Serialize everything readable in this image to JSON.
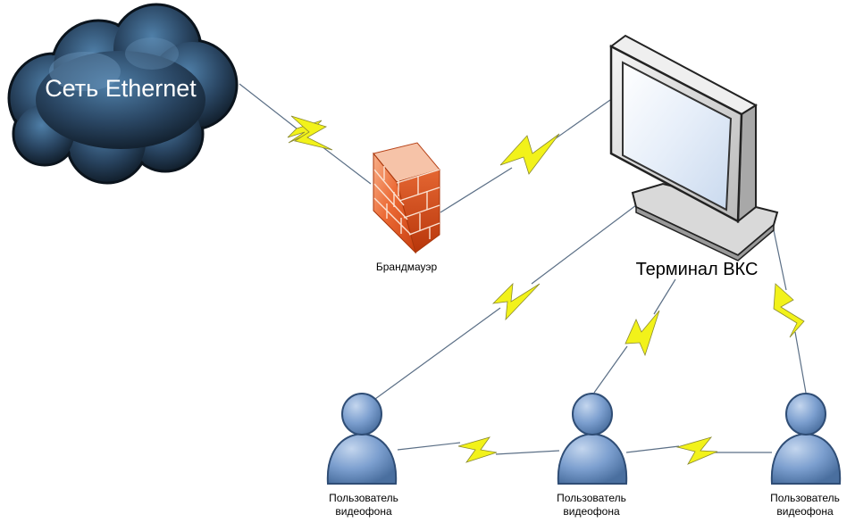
{
  "cloud": {
    "label": "Сеть Ethernet",
    "icon": "cloud-icon"
  },
  "firewall": {
    "label": "Брандмауэр",
    "icon": "firewall-icon"
  },
  "terminal": {
    "label": "Терминал ВКС",
    "icon": "monitor-icon"
  },
  "users": [
    {
      "line1": "Пользователь",
      "line2": "видеофона"
    },
    {
      "line1": "Пользователь",
      "line2": "видеофона"
    },
    {
      "line1": "Пользователь",
      "line2": "видеофона"
    }
  ],
  "colors": {
    "link": "#f2f21a",
    "link_stroke": "#7a7a40",
    "cloud": "#1f3347",
    "firewall": "#e8602c",
    "user": "#6f96c9",
    "monitor_screen": "#dfe9f6"
  }
}
